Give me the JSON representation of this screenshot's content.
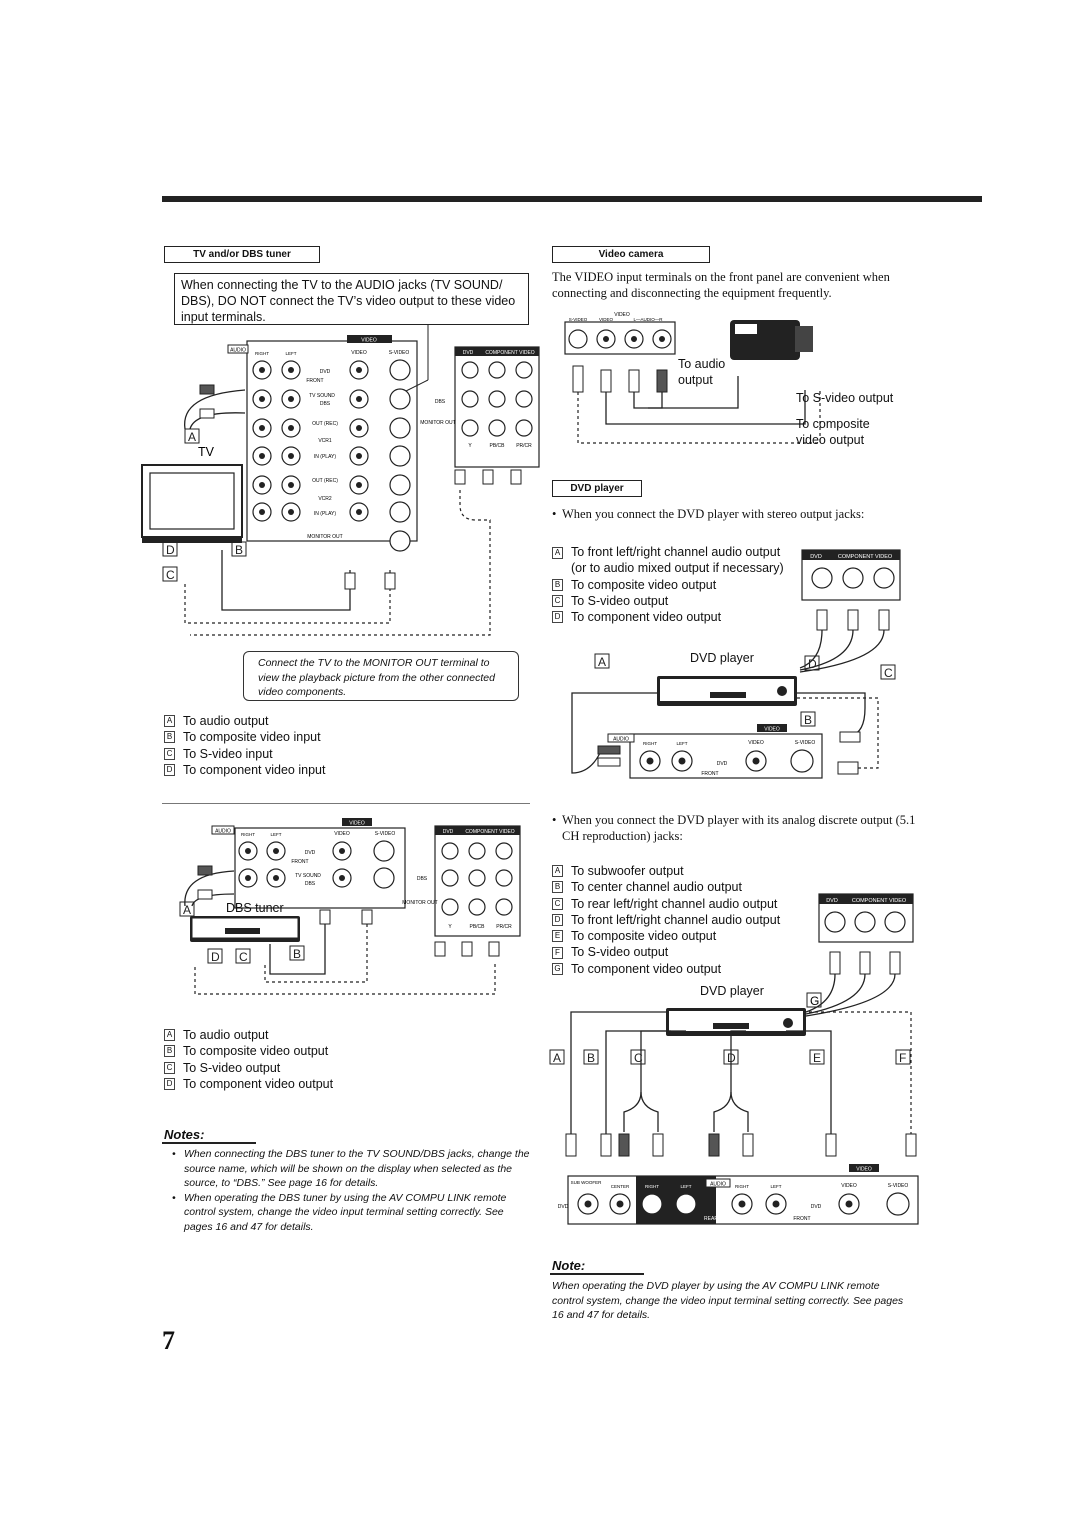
{
  "page_number": "7",
  "left": {
    "heading": "TV and/or DBS tuner",
    "warning": "When connecting the TV to the AUDIO jacks (TV SOUND/ DBS), DO NOT connect the TV’s video output to these video input terminals.",
    "tv_label": "TV",
    "callout": "Connect the TV to the MONITOR OUT terminal to view the playback picture from the other connected video components.",
    "tv_list": [
      {
        "key": "A",
        "text": "To audio output"
      },
      {
        "key": "B",
        "text": "To composite video input"
      },
      {
        "key": "C",
        "text": "To S-video input"
      },
      {
        "key": "D",
        "text": "To component video input"
      }
    ],
    "dbs_label": "DBS tuner",
    "dbs_list": [
      {
        "key": "A",
        "text": "To audio output"
      },
      {
        "key": "B",
        "text": "To composite video output"
      },
      {
        "key": "C",
        "text": "To S-video output"
      },
      {
        "key": "D",
        "text": "To component video output"
      }
    ],
    "notes_heading": "Notes:",
    "notes": [
      "When connecting the DBS tuner to the TV SOUND/DBS jacks, change the source name, which will be shown on the display when selected as the source, to “DBS.” See page 16 for details.",
      "When operating the DBS tuner by using the AV COMPU LINK remote control system, change the video input terminal setting correctly. See pages 16 and 47 for details."
    ]
  },
  "right": {
    "video_camera_heading": "Video camera",
    "video_camera_text": "The VIDEO input terminals on the front panel are convenient when connecting and disconnecting the equipment frequently.",
    "camera_labels": {
      "audio_output": "To audio output",
      "s_video_output": "To S-video output",
      "composite_output": "To composite video output"
    },
    "dvd_heading": "DVD player",
    "dvd_stereo_intro": "When you connect the DVD player with stereo output jacks:",
    "dvd_stereo_list": [
      {
        "key": "A",
        "text": "To front left/right channel audio output (or to audio mixed output if necessary)"
      },
      {
        "key": "B",
        "text": "To composite video output"
      },
      {
        "key": "C",
        "text": "To S-video output"
      },
      {
        "key": "D",
        "text": "To component video output"
      }
    ],
    "dvd_player_label": "DVD player",
    "dvd_discrete_intro": "When you connect the DVD player with its analog discrete output (5.1 CH reproduction) jacks:",
    "dvd_discrete_list": [
      {
        "key": "A",
        "text": "To subwoofer output"
      },
      {
        "key": "B",
        "text": "To center channel audio output"
      },
      {
        "key": "C",
        "text": "To rear left/right channel audio output"
      },
      {
        "key": "D",
        "text": "To front left/right channel audio output"
      },
      {
        "key": "E",
        "text": "To composite video output"
      },
      {
        "key": "F",
        "text": "To S-video output"
      },
      {
        "key": "G",
        "text": "To component video output"
      }
    ],
    "note_heading": "Note:",
    "note": "When operating the DVD player by using the AV COMPU LINK remote control system, change the video input terminal setting correctly. See pages 16 and 47 for details."
  },
  "panel_labels": {
    "video": "VIDEO",
    "audio": "AUDIO",
    "right": "RIGHT",
    "left": "LEFT",
    "s_video": "S-VIDEO",
    "dvd": "DVD",
    "component_video": "COMPONENT VIDEO",
    "front": "FRONT",
    "tv_sound": "TV SOUND",
    "dbs": "DBS",
    "out_rec": "OUT (REC)",
    "vcr1": "VCR1",
    "in_play": "IN (PLAY)",
    "vcr2": "VCR2",
    "monitor_out": "MONITOR OUT",
    "y": "Y",
    "pb": "PB/CB",
    "pr": "PR/CR",
    "sub_woofer": "SUB WOOFER",
    "center": "CENTER",
    "rear": "REAR",
    "audio_l_r": "L—AUDIO—R"
  }
}
